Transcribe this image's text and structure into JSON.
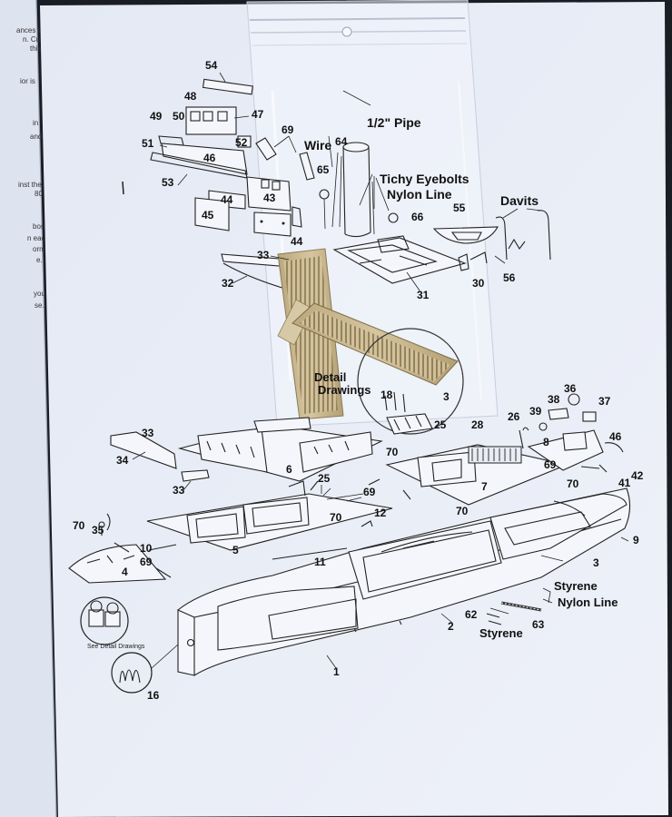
{
  "labels": {
    "n54": "54",
    "n48": "48",
    "n47": "47",
    "n50": "50",
    "n49": "49",
    "n51": "51",
    "n52": "52",
    "n46a": "46",
    "n53": "53",
    "n69a": "69",
    "n44a": "44",
    "n43": "43",
    "n45": "45",
    "n44b": "44",
    "n65": "65",
    "n64": "64",
    "n66": "66",
    "n55": "55",
    "n33a": "33",
    "n32": "32",
    "n31": "31",
    "n30": "30",
    "n56": "56",
    "n18": "18",
    "n3b": "3",
    "n25a": "25",
    "n28": "28",
    "n26": "26",
    "n39": "39",
    "n38": "38",
    "n36": "36",
    "n37": "37",
    "n8": "8",
    "n46b": "46",
    "n69b": "69",
    "n42": "42",
    "n41": "41",
    "n70a": "70",
    "n70b": "70",
    "n7": "7",
    "n6": "6",
    "n33b": "33",
    "n34": "34",
    "n33c": "33",
    "n25b": "25",
    "n69c": "69",
    "n70c": "70",
    "n12": "12",
    "n70d": "70",
    "n35": "35",
    "n10": "10",
    "n69d": "69",
    "n5": "5",
    "n11": "11",
    "n4": "4",
    "n3": "3",
    "n9": "9",
    "n62": "62",
    "n63": "63",
    "n2": "2",
    "n1": "1",
    "n16": "16",
    "n70e": "70"
  },
  "callouts": {
    "pipe": "1/2\" Pipe",
    "wire": "Wire",
    "eyebolts": "Tichy Eyebolts",
    "nylon_top": "Nylon Line",
    "davits": "Davits",
    "styrene_top": "Styrene",
    "nylon_bottom": "Nylon Line",
    "styrene_bottom": "Styrene",
    "detail_bag": "Detail",
    "detail_bag2": "Drawings",
    "see_detail": "See Detail Drawings"
  },
  "left_page_fragments": [
    "ances of",
    "n. Cut",
    "this",
    "ior is",
    "in",
    "and",
    "inst the",
    "80",
    "boss",
    "n each",
    "orm",
    "e.",
    "you",
    "se."
  ],
  "colors": {
    "paper": "#e9edf7",
    "background": "#1a1d24",
    "ink": "#111111",
    "brass": "#c7b48c"
  }
}
